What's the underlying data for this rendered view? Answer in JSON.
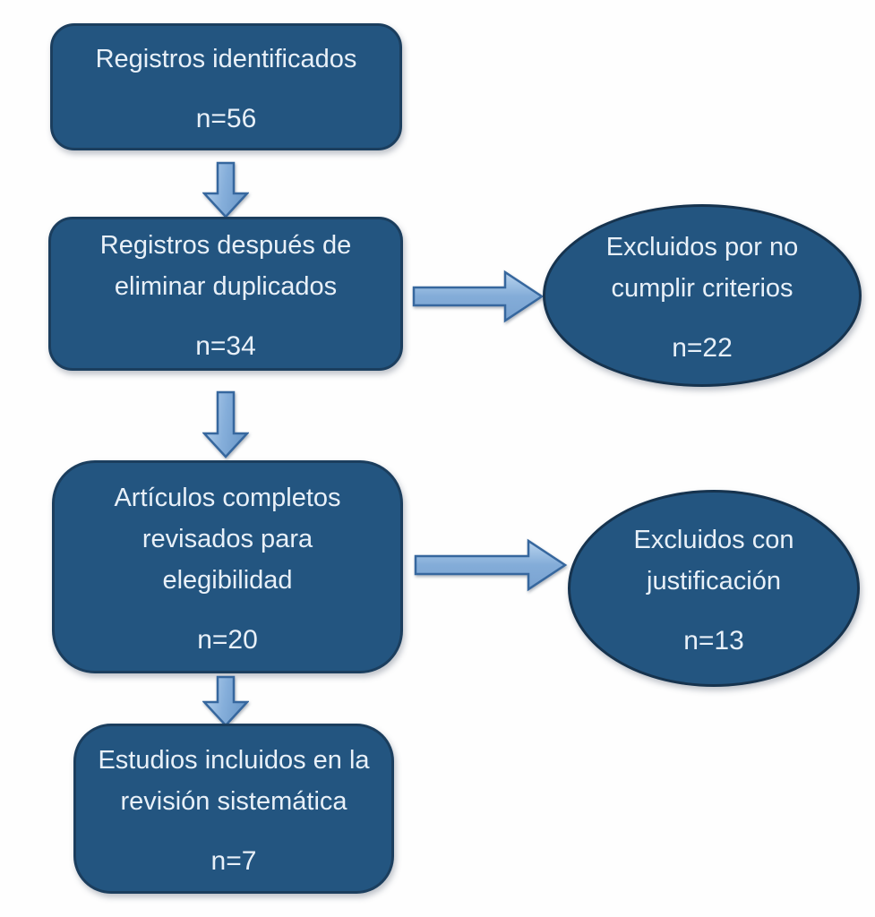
{
  "diagram_type": "flowchart-systematic-review",
  "colors": {
    "background": "#ffffff",
    "shape_fill": "#235580",
    "shape_border": "#1b3e5e",
    "ellipse_border": "#16334e",
    "arrow_fill_light": "#bad4ee",
    "arrow_fill_dark": "#6d9aca",
    "arrow_border": "#36679e",
    "text": "#e8f0f8"
  },
  "nodes": {
    "identificados": {
      "label": "Registros identificados",
      "count": "n=56"
    },
    "duplicados": {
      "label": "Registros después de eliminar duplicados",
      "count": "n=34"
    },
    "excluidos_criterios": {
      "label": "Excluidos por no cumplir criterios",
      "count": "n=22"
    },
    "elegibilidad": {
      "label": "Artículos completos revisados para elegibilidad",
      "count": "n=20"
    },
    "excluidos_justificacion": {
      "label": "Excluidos con justificación",
      "count": "n=13"
    },
    "incluidos": {
      "label": "Estudios incluidos en la revisión sistemática",
      "count": "n=7"
    }
  },
  "edges": [
    {
      "from": "identificados",
      "to": "duplicados",
      "direction": "down"
    },
    {
      "from": "duplicados",
      "to": "excluidos_criterios",
      "direction": "right"
    },
    {
      "from": "duplicados",
      "to": "elegibilidad",
      "direction": "down"
    },
    {
      "from": "elegibilidad",
      "to": "excluidos_justificacion",
      "direction": "right"
    },
    {
      "from": "elegibilidad",
      "to": "incluidos",
      "direction": "down"
    }
  ]
}
